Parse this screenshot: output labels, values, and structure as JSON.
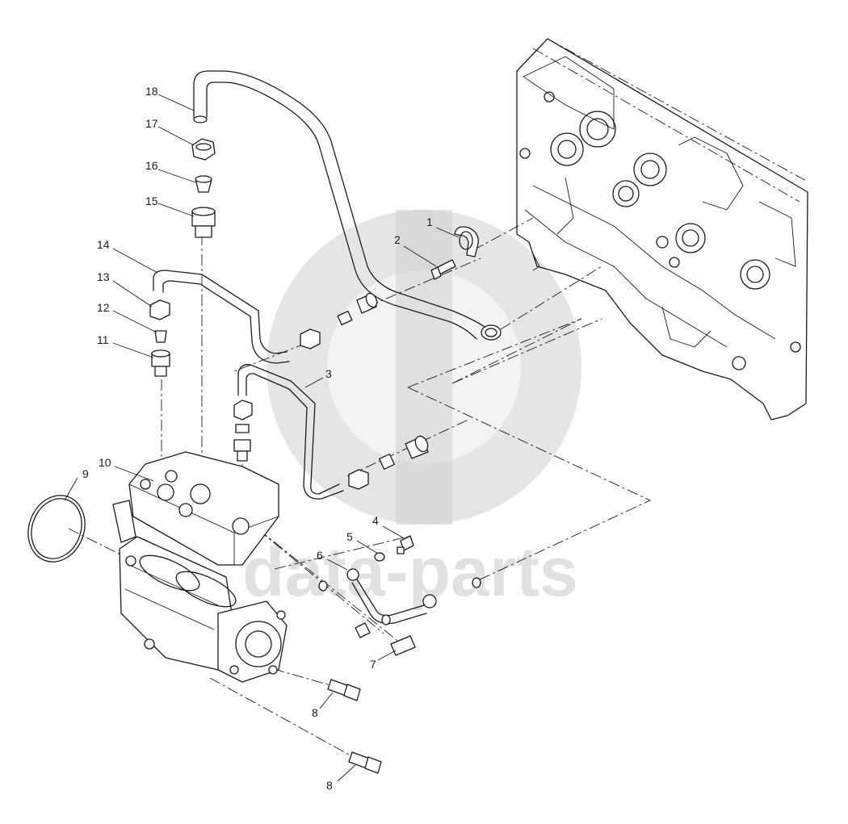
{
  "watermark": {
    "text": "data-parts",
    "color": "#bdbdbd"
  },
  "callouts": [
    {
      "id": "c1",
      "label": "1"
    },
    {
      "id": "c2",
      "label": "2"
    },
    {
      "id": "c3",
      "label": "3"
    },
    {
      "id": "c4",
      "label": "4"
    },
    {
      "id": "c5",
      "label": "5"
    },
    {
      "id": "c6",
      "label": "6"
    },
    {
      "id": "c7",
      "label": "7"
    },
    {
      "id": "c8a",
      "label": "8"
    },
    {
      "id": "c8b",
      "label": "8"
    },
    {
      "id": "c9",
      "label": "9"
    },
    {
      "id": "c10",
      "label": "10"
    },
    {
      "id": "c11",
      "label": "11"
    },
    {
      "id": "c12",
      "label": "12"
    },
    {
      "id": "c13",
      "label": "13"
    },
    {
      "id": "c14",
      "label": "14"
    },
    {
      "id": "c15",
      "label": "15"
    },
    {
      "id": "c16",
      "label": "16"
    },
    {
      "id": "c17",
      "label": "17"
    },
    {
      "id": "c18",
      "label": "18"
    }
  ]
}
